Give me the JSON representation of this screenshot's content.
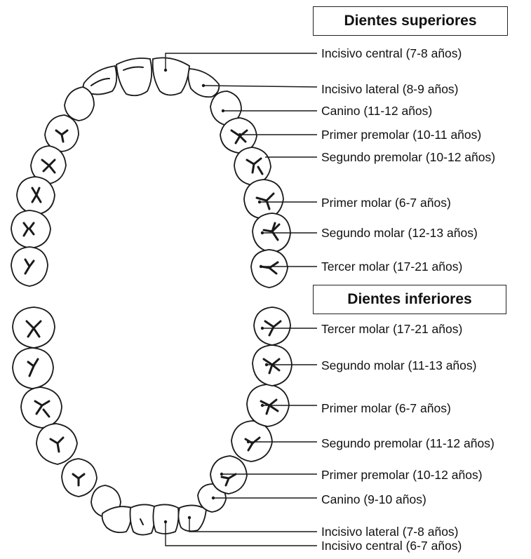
{
  "upper": {
    "heading": "Dientes superiores",
    "labels": [
      "Incisivo central (7-8 años)",
      "Incisivo lateral (8-9 años)",
      "Canino (11-12 años)",
      "Primer premolar (10-11 años)",
      "Segundo premolar (10-12 años)",
      "Primer molar (6-7 años)",
      "Segundo molar (12-13 años)",
      "Tercer molar (17-21 años)"
    ]
  },
  "lower": {
    "heading": "Dientes inferiores",
    "labels": [
      "Tercer molar (17-21 años)",
      "Segundo molar (11-13 años)",
      "Primer molar (6-7 años)",
      "Segundo premolar (11-12 años)",
      "Primer premolar (10-12 años)",
      "Canino (9-10 años)",
      "Incisivo lateral (7-8 años)",
      "Incisivo central (6-7 años)"
    ]
  },
  "colors": {
    "stroke": "#1a1a1a",
    "background": "#ffffff"
  }
}
